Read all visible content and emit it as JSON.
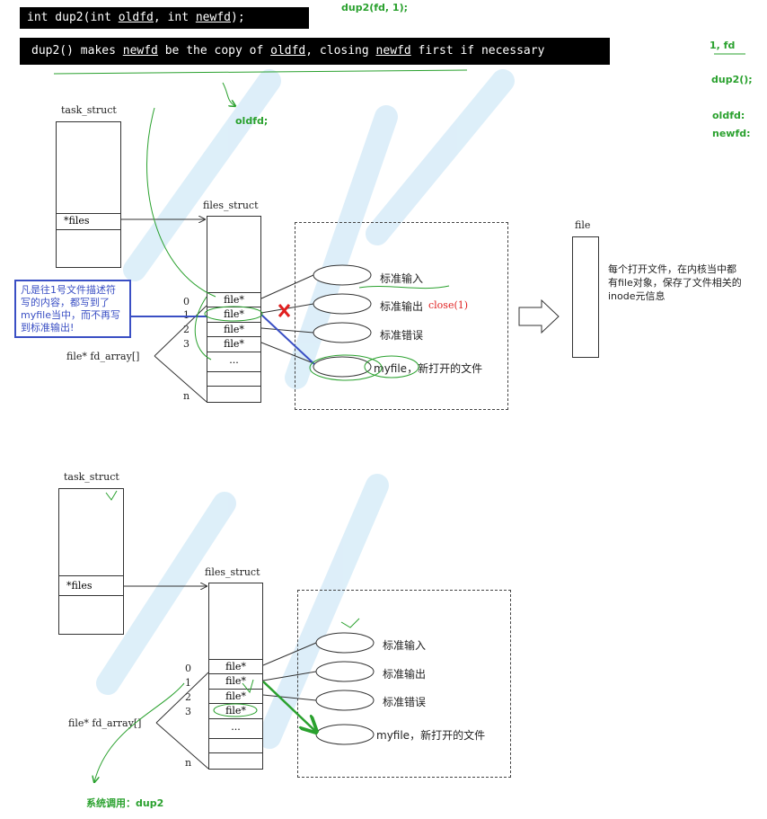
{
  "code": {
    "signature_parts": [
      "int dup2(int ",
      "oldfd",
      ", int ",
      "newfd",
      ");"
    ],
    "desc_parts": [
      "dup2() makes ",
      "newfd",
      " be the copy of ",
      "oldfd",
      ", closing ",
      "newfd",
      " first if necessary"
    ]
  },
  "notes": {
    "dup2_call": "dup2(fd, 1);",
    "oldfd": "oldfd;",
    "right_1": "1, fd",
    "right_2": "dup2();",
    "right_3": "oldfd:",
    "right_4": "newfd:",
    "bottom": "系统调用：dup2"
  },
  "top": {
    "task_struct": "task_struct",
    "files_ptr": "*files",
    "files_struct": "files_struct",
    "fd_array": "file* fd_array[]",
    "indices": [
      "0",
      "1",
      "2",
      "3",
      "n"
    ],
    "cells": [
      "file*",
      "file*",
      "file*",
      "file*",
      "..."
    ],
    "streams": [
      "标准输入",
      "标准输出",
      "标准错误",
      "myfile，新打开的文件"
    ],
    "close_note": "close(1)",
    "file_label": "file",
    "file_desc": "每个打开文件，在内核当中都有file对象，保存了文件相关的inode元信息",
    "blue_note": "凡是往1号文件描述符写的内容，都写到了myfile当中，而不再写到标准输出!"
  },
  "bottom": {
    "task_struct": "task_struct",
    "files_ptr": "*files",
    "files_struct": "files_struct",
    "fd_array": "file* fd_array[]",
    "indices": [
      "0",
      "1",
      "2",
      "3",
      "n"
    ],
    "cells": [
      "file*",
      "file*",
      "file*",
      "file*",
      "..."
    ],
    "streams": [
      "标准输入",
      "标准输出",
      "标准错误",
      "myfile，新打开的文件"
    ]
  },
  "colors": {
    "green": "#2aa12e",
    "blue": "#3a4fc4",
    "red": "#e02020"
  }
}
